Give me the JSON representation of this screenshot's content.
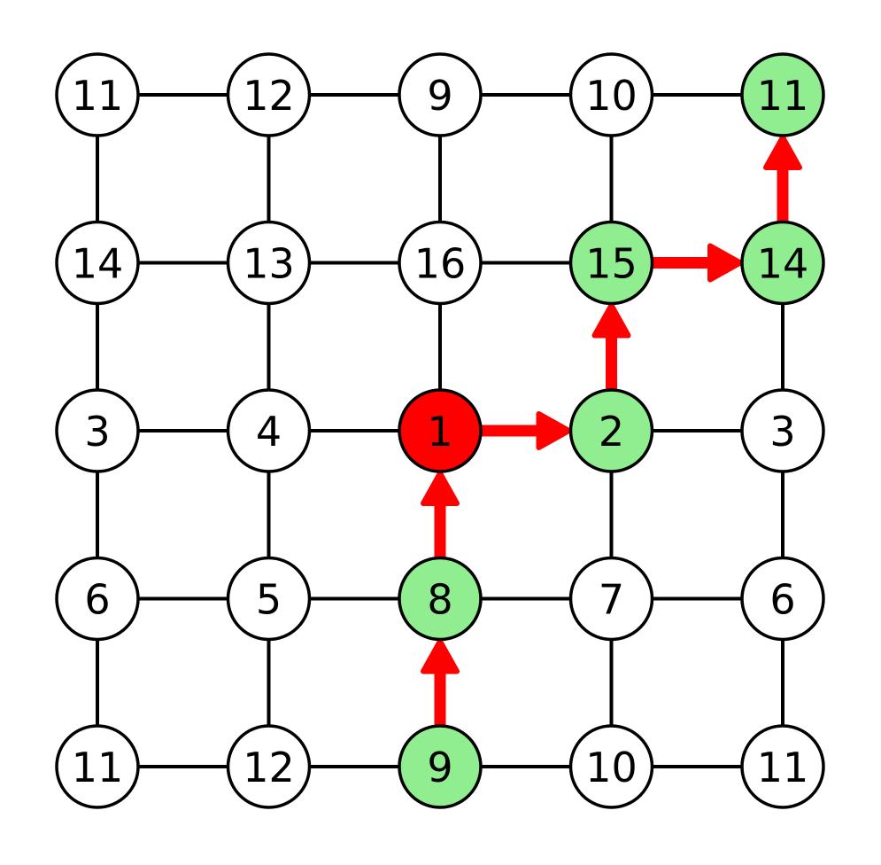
{
  "grid": {
    "rows": 5,
    "cols": 5,
    "labels": [
      [
        "11",
        "12",
        "9",
        "10",
        "11"
      ],
      [
        "14",
        "13",
        "16",
        "15",
        "14"
      ],
      [
        "3",
        "4",
        "1",
        "2",
        "3"
      ],
      [
        "6",
        "5",
        "8",
        "7",
        "6"
      ],
      [
        "11",
        "12",
        "9",
        "10",
        "11"
      ]
    ]
  },
  "start_node": [
    2,
    2
  ],
  "highlighted_nodes": [
    [
      4,
      2
    ],
    [
      3,
      2
    ],
    [
      2,
      3
    ],
    [
      1,
      3
    ],
    [
      1,
      4
    ],
    [
      0,
      4
    ]
  ],
  "path_arrows": [
    [
      [
        4,
        2
      ],
      [
        3,
        2
      ]
    ],
    [
      [
        3,
        2
      ],
      [
        2,
        2
      ]
    ],
    [
      [
        2,
        2
      ],
      [
        2,
        3
      ]
    ],
    [
      [
        2,
        3
      ],
      [
        1,
        3
      ]
    ],
    [
      [
        1,
        3
      ],
      [
        1,
        4
      ]
    ],
    [
      [
        1,
        4
      ],
      [
        0,
        4
      ]
    ]
  ],
  "colors": {
    "edge": "#000000",
    "node_fill": "#ffffff",
    "highlight_fill": "#90ee90",
    "start_fill": "#ff0000",
    "arrow": "#ff0000",
    "text": "#000000"
  }
}
